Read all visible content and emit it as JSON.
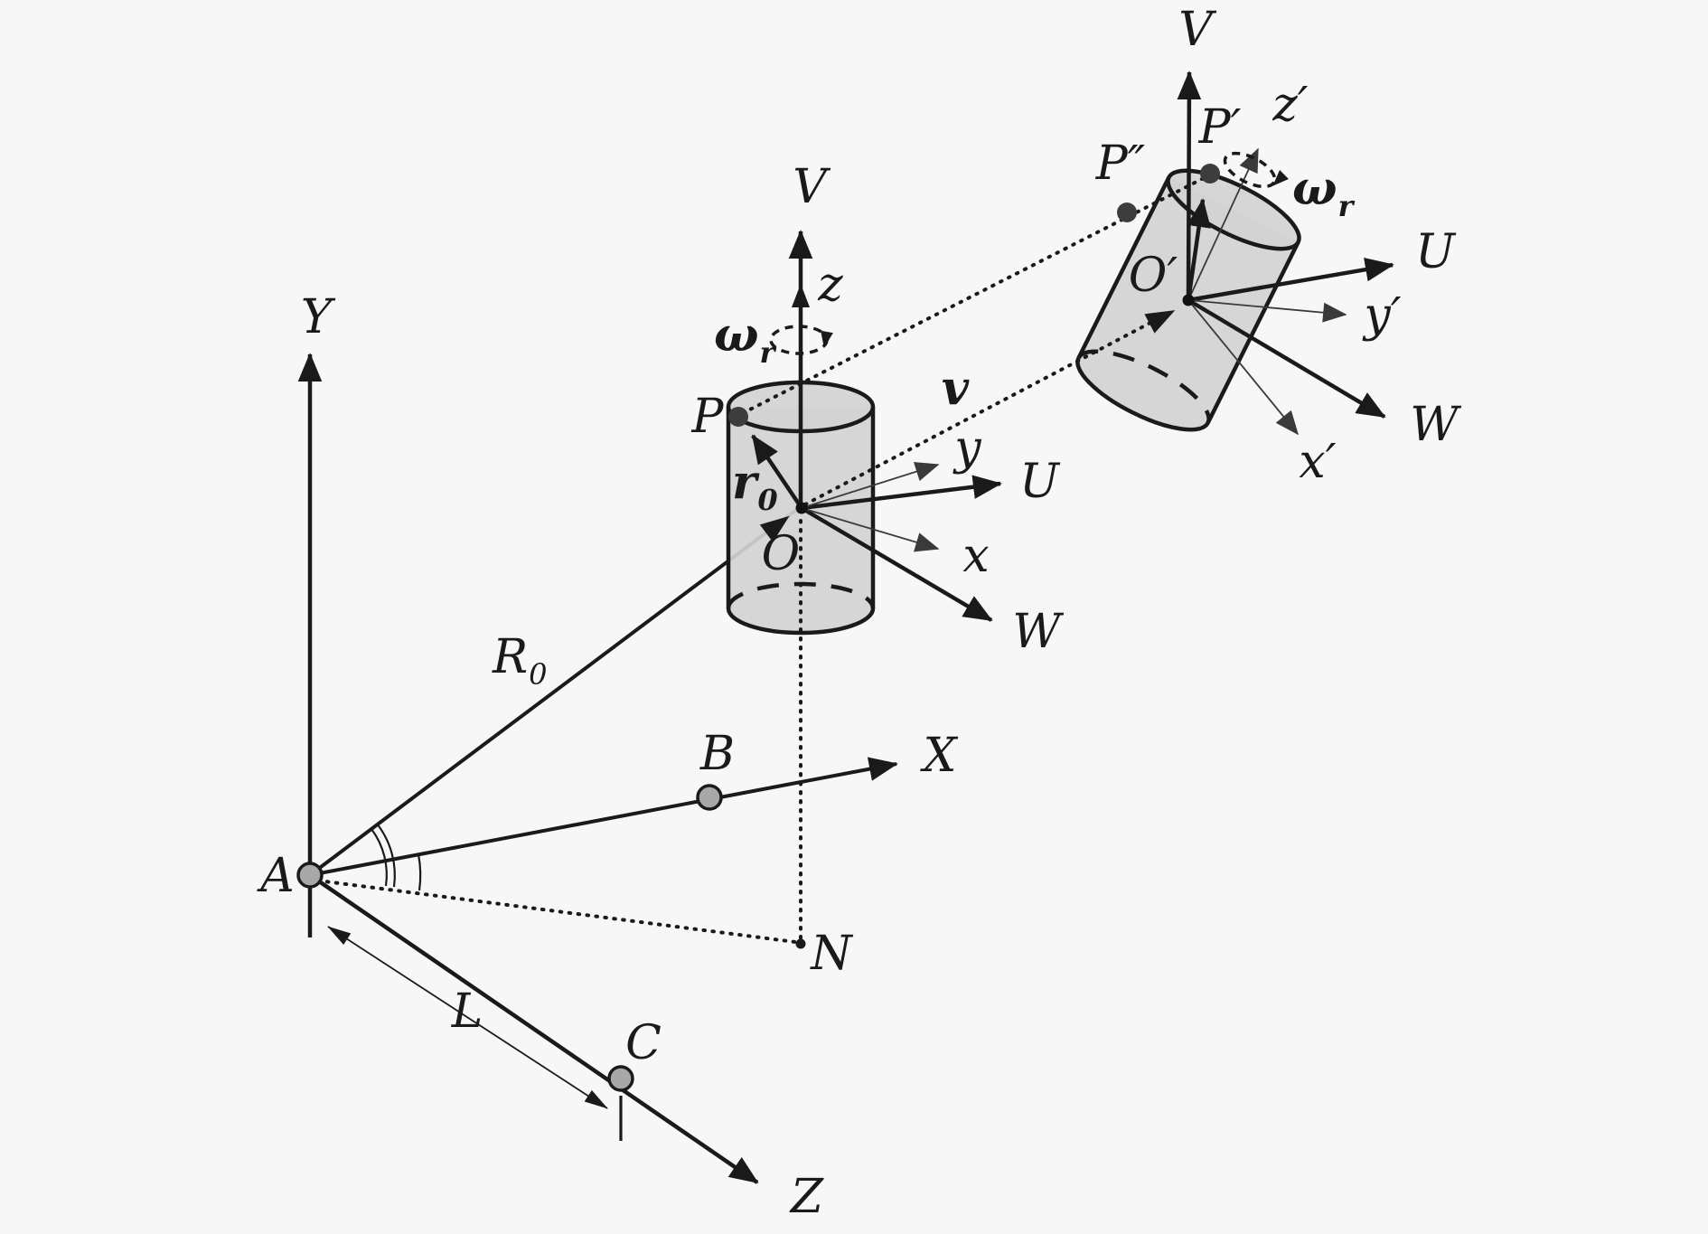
{
  "colors": {
    "background": "#f7f7f7",
    "ink": "#1a1a1a",
    "thin_ink": "#3a3a3a",
    "cylinder_fill": "#d2d2d2",
    "node_fill": "#a8a8a8",
    "point_fill": "#3d3d3d"
  },
  "labels": {
    "frame": {
      "y_axis": "Y",
      "x_axis": "X",
      "z_axis": "Z",
      "origin": "A",
      "point_b": "B",
      "point_c": "C",
      "point_n": "N",
      "baseline": "L",
      "range_main": "R",
      "range_sub": "0"
    },
    "cylinder1": {
      "v_axis": "V",
      "z_axis": "z",
      "u_axis": "U",
      "w_axis": "W",
      "x_axis": "x",
      "y_axis": "y",
      "center": "O",
      "point_p": "P",
      "r0_main": "r",
      "r0_sub": "0",
      "omega_main": "ω",
      "omega_sub": "r"
    },
    "velocity": {
      "v": "v"
    },
    "cylinder2": {
      "v_axis": "V",
      "z_axis": "z′",
      "u_axis": "U",
      "w_axis": "W",
      "x_axis": "x′",
      "y_axis": "y′",
      "center": "O′",
      "point_p_prime": "P′",
      "point_p_dprime": "P″",
      "omega_main": "ω",
      "omega_sub": "r"
    }
  }
}
